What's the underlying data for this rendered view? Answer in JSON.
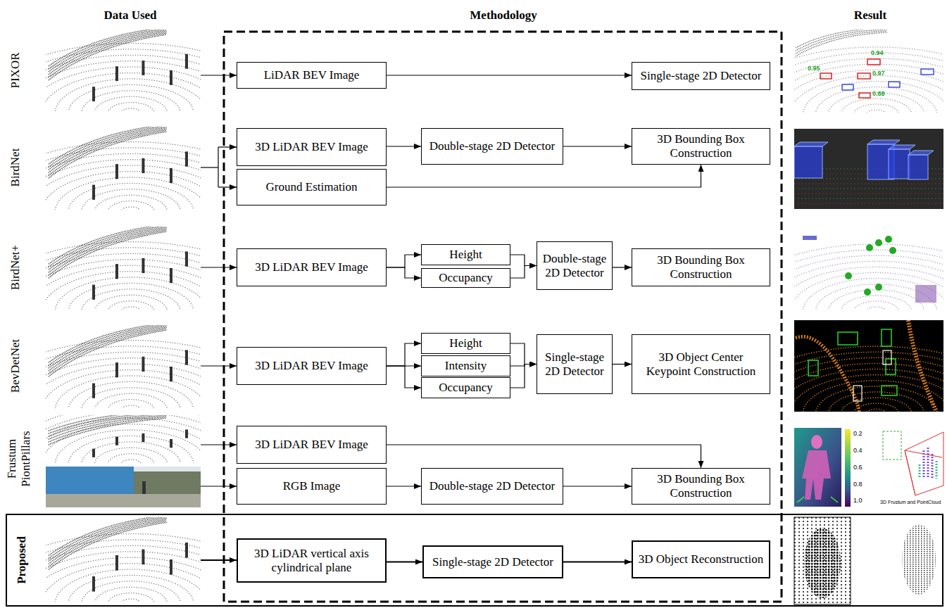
{
  "diagram": {
    "nodes": [
      {
        "text": [
          "LiDAR BEV Image"
        ]
      },
      {
        "text": [
          "Single-stage 2D Detector"
        ]
      },
      {
        "text": [
          "3D LiDAR BEV Image"
        ]
      },
      {
        "text": [
          "Double-stage 2D Detector"
        ]
      },
      {
        "text": [
          "3D Bounding Box Construction"
        ]
      },
      {
        "text": [
          "Ground Estimation"
        ]
      },
      {
        "text": [
          "3D LiDAR BEV Image"
        ]
      },
      {
        "text": [
          "Height"
        ]
      },
      {
        "text": [
          "Occupancy"
        ]
      },
      {
        "text": [
          "Double-stage 2D Detector"
        ]
      },
      {
        "text": [
          "3D Bounding Box Construction"
        ]
      },
      {
        "text": [
          "3D LiDAR BEV Image"
        ]
      },
      {
        "text": [
          "Height"
        ]
      },
      {
        "text": [
          "Intensity"
        ]
      },
      {
        "text": [
          "Occupancy"
        ]
      },
      {
        "text": [
          "Single-stage 2D Detector"
        ]
      },
      {
        "text": [
          "3D Object Center Keypoint Construction"
        ]
      },
      {
        "text": [
          "3D LiDAR BEV Image"
        ]
      },
      {
        "text": [
          "RGB Image"
        ]
      },
      {
        "text": [
          "Double-stage 2D Detector"
        ]
      },
      {
        "text": [
          "3D Bounding Box Construction"
        ]
      },
      {
        "text": [
          "Proposed"
        ]
      },
      {
        "text": [
          "3D LiDAR vertical axis cylindrical plane"
        ],
        "in": 21
      },
      {
        "text": [
          "Single-stage 2D Detector"
        ],
        "in": 21
      },
      {
        "text": [
          "3D Object Reconstruction"
        ],
        "in": 21
      }
    ],
    "edges": [
      {
        "from": 0,
        "to": 1,
        "arrow": "to"
      },
      {
        "from": 2,
        "to": 3,
        "arrow": "to"
      },
      {
        "from": 3,
        "to": 4,
        "arrow": "to"
      },
      {
        "from": 5,
        "to": 4,
        "arrow": "to"
      },
      {
        "from": 6,
        "to": 7,
        "arrow": "to"
      },
      {
        "from": 6,
        "to": 8,
        "arrow": "to"
      },
      {
        "from": 7,
        "to": 9,
        "arrow": "to"
      },
      {
        "from": 8,
        "to": 9,
        "arrow": "to"
      },
      {
        "from": 9,
        "to": 10,
        "arrow": "to"
      },
      {
        "from": 11,
        "to": 12,
        "arrow": "to"
      },
      {
        "from": 11,
        "to": 13,
        "arrow": "to"
      },
      {
        "from": 11,
        "to": 14,
        "arrow": "to"
      },
      {
        "from": 12,
        "to": 15,
        "arrow": "to"
      },
      {
        "from": 13,
        "to": 15,
        "arrow": "to"
      },
      {
        "from": 14,
        "to": 15,
        "arrow": "to"
      },
      {
        "from": 15,
        "to": 16,
        "arrow": "to"
      },
      {
        "from": 17,
        "to": 20,
        "arrow": "to"
      },
      {
        "from": 18,
        "to": 19,
        "arrow": "to"
      },
      {
        "from": 19,
        "to": 20,
        "arrow": "to"
      },
      {
        "from": 22,
        "to": 23,
        "arrow": "to"
      },
      {
        "from": 23,
        "to": 24,
        "arrow": "to"
      }
    ],
    "labels": [
      "Data Used",
      "Methodology",
      "Result",
      "PIXOR",
      "BirdNet",
      "BirdNet+",
      "BevDetNet",
      "Frustum PiontPillars",
      "0.94",
      "0.95",
      "0.97",
      "0.88",
      "0.2",
      "0.4",
      "0.6",
      "0.8",
      "1.0",
      "3D Frustum and PointCloud"
    ]
  }
}
